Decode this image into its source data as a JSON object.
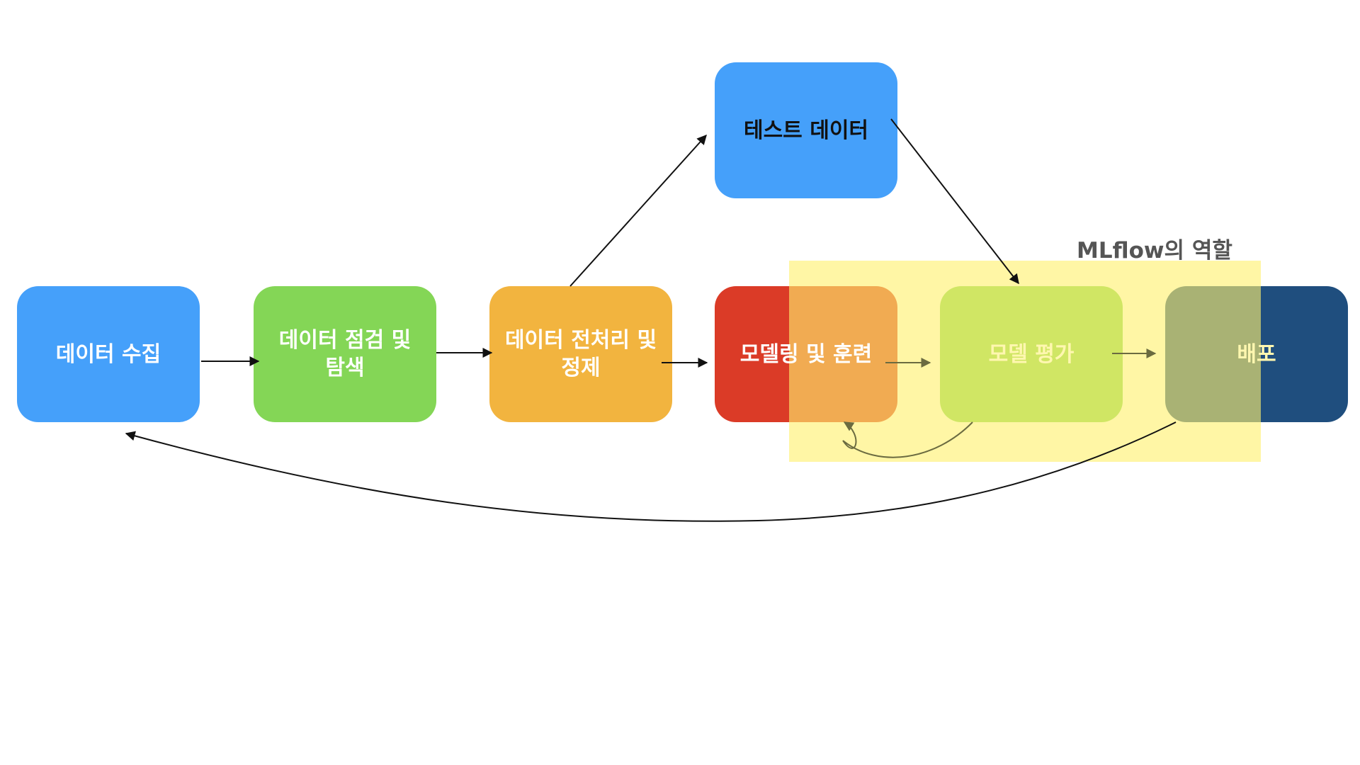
{
  "diagram": {
    "colors": {
      "blue": "#45a0fa",
      "green": "#84d656",
      "orange": "#f2b43f",
      "red": "#db3b27",
      "dark_blue": "#1f4e7e",
      "highlight": "#fff06e",
      "arrow": "#111111"
    },
    "nodes": [
      {
        "id": "collect",
        "lines": [
          "데이터 수집"
        ]
      },
      {
        "id": "inspect",
        "lines": [
          "데이터 점검 및",
          "탐색"
        ]
      },
      {
        "id": "preproc",
        "lines": [
          "데이터 전처리 및",
          "정제"
        ]
      },
      {
        "id": "test",
        "lines": [
          "테스트 데이터"
        ]
      },
      {
        "id": "train",
        "lines": [
          "모델링 및 훈련"
        ]
      },
      {
        "id": "eval",
        "lines": [
          "모델 평가"
        ]
      },
      {
        "id": "deploy",
        "lines": [
          "배포"
        ]
      }
    ],
    "highlight_title": "MLflow의 역할"
  }
}
